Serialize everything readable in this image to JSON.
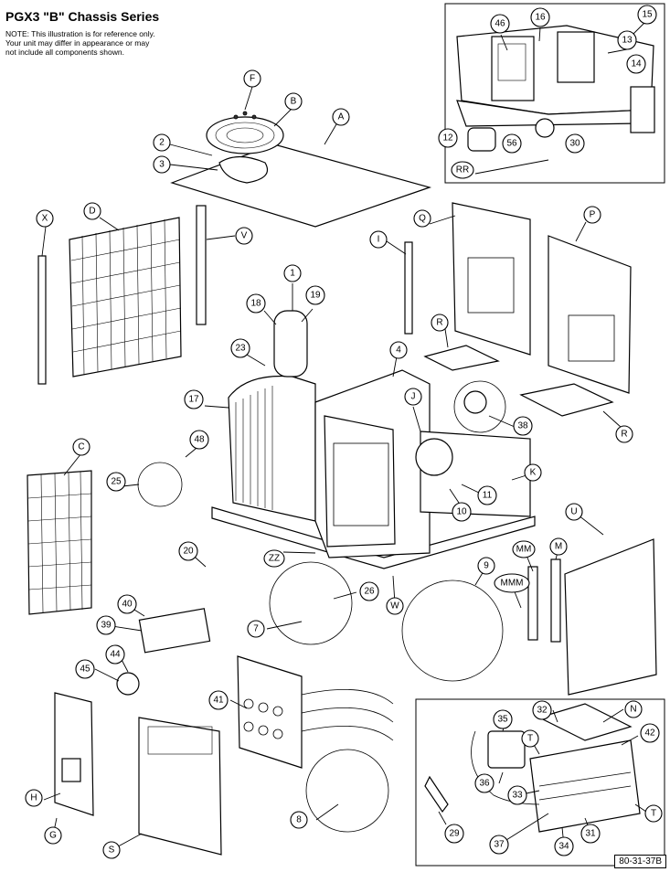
{
  "title": "PGX3 \"B\" Chassis Series",
  "note": "NOTE: This illustration is for reference only. Your unit may differ in appearance or may not include all components shown.",
  "reference_code": "80-31-37B",
  "callouts": {
    "F": "F",
    "B": "B",
    "A": "A",
    "c2": "2",
    "c3": "3",
    "c46": "46",
    "c16": "16",
    "c15": "15",
    "c13": "13",
    "c14": "14",
    "c12": "12",
    "c56": "56",
    "c30": "30",
    "RR": "RR",
    "X": "X",
    "D": "D",
    "V": "V",
    "I": "I",
    "Q": "Q",
    "P": "P",
    "c1": "1",
    "c18": "18",
    "c19": "19",
    "R1": "R",
    "R2": "R",
    "c23": "23",
    "c4": "4",
    "J": "J",
    "c17": "17",
    "c38": "38",
    "c48": "48",
    "C": "C",
    "c25": "25",
    "K": "K",
    "c10": "10",
    "c11": "11",
    "c20": "20",
    "ZZ": "ZZ",
    "c26": "26",
    "W": "W",
    "U": "U",
    "MM": "MM",
    "M": "M",
    "c9": "9",
    "MMM": "MMM",
    "c40": "40",
    "c39": "39",
    "c7": "7",
    "c44": "44",
    "c45": "45",
    "c41": "41",
    "c35": "35",
    "c32": "32",
    "N": "N",
    "T1": "T",
    "c42": "42",
    "c36": "36",
    "c33": "33",
    "H": "H",
    "c8": "8",
    "c29": "29",
    "c31": "31",
    "T2": "T",
    "G": "G",
    "S": "S",
    "c37": "37",
    "c34": "34"
  }
}
